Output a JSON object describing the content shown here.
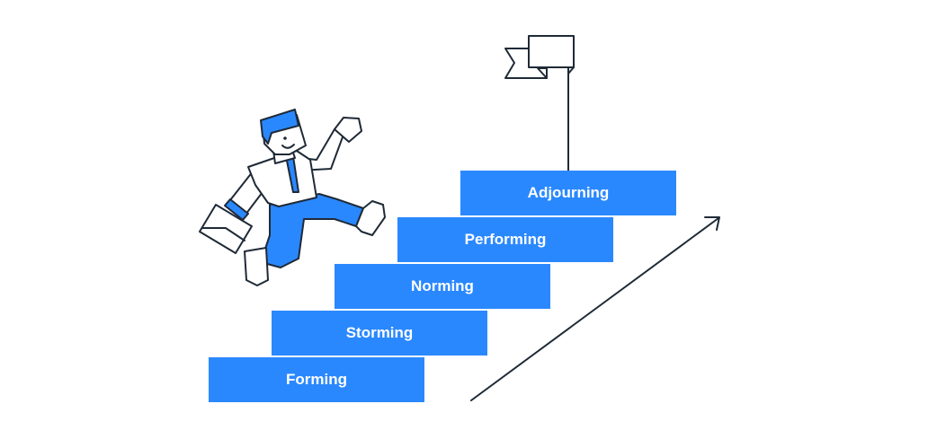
{
  "stages": [
    {
      "key": "forming",
      "label": "Forming"
    },
    {
      "key": "storming",
      "label": "Storming"
    },
    {
      "key": "norming",
      "label": "Norming"
    },
    {
      "key": "performing",
      "label": "Performing"
    },
    {
      "key": "adjourning",
      "label": "Adjourning"
    }
  ],
  "colors": {
    "step_fill": "#2a88ff",
    "step_text": "#ffffff",
    "outline": "#1f2a37",
    "figure_fill": "#2a88ff"
  },
  "icons": {
    "flag": "flag-icon",
    "person": "climbing-person-icon",
    "briefcase": "briefcase-icon",
    "arrow": "upward-arrow-icon"
  }
}
